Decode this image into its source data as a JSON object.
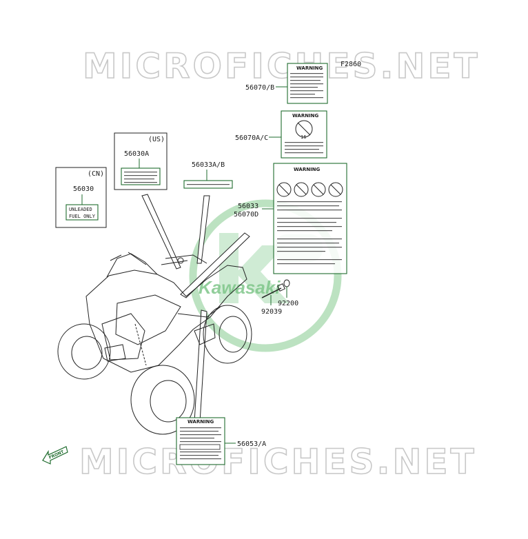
{
  "watermark": {
    "text": "MICROFICHES.NET",
    "logo_text": "Kawasaki"
  },
  "figure_id": "F2860",
  "parts": {
    "p56070b": "56070/B",
    "p56070ac": "56070A/C",
    "p56030a": "56030A",
    "p56033ab": "56033A/B",
    "p56030": "56030",
    "p56033": "56033",
    "p56070d": "56070D",
    "p92200": "92200",
    "p92039": "92039",
    "p56053a": "56053/A"
  },
  "regions": {
    "us": "(US)",
    "cn": "(CN)"
  },
  "label_texts": {
    "unleaded": "UNLEADED",
    "fuel_only": "FUEL ONLY",
    "warning": "WARNING",
    "age": "16"
  },
  "front_arrow": "FRONT",
  "colors": {
    "accent": "#1e6b2d",
    "logo": "#7fc68a",
    "watermark": "#c8c8c8"
  }
}
